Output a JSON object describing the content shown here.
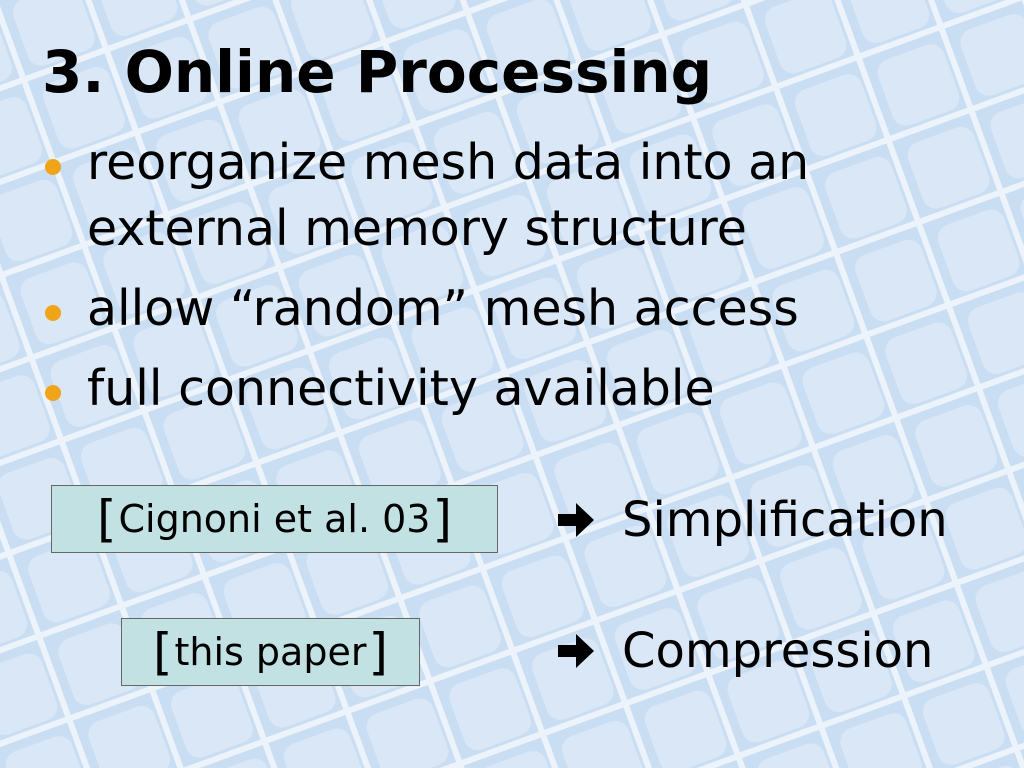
{
  "slide": {
    "title": "3. Online Processing",
    "bullets": [
      {
        "text": "reorganize mesh data into an external memory structure",
        "icon": "bullet-dot-icon"
      },
      {
        "text": "allow “random” mesh access",
        "icon": "bullet-dot-icon"
      },
      {
        "text": "full connectivity available",
        "icon": "bullet-dot-icon"
      }
    ],
    "references": [
      {
        "open": "[",
        "label": "Cignoni et al. 03",
        "close": "]",
        "result": "Simplification",
        "arrow_icon": "right-arrow-icon"
      },
      {
        "open": "[",
        "label": "this paper",
        "close": "]",
        "result": "Compression",
        "arrow_icon": "right-arrow-icon"
      }
    ]
  },
  "colors": {
    "background": "#c9ddf3",
    "tile": "#d9e7f7",
    "grid_line": "#ecf3fb",
    "bullet": "#f0a418",
    "ref_box_fill": "#c1e1e3",
    "text": "#000000"
  }
}
